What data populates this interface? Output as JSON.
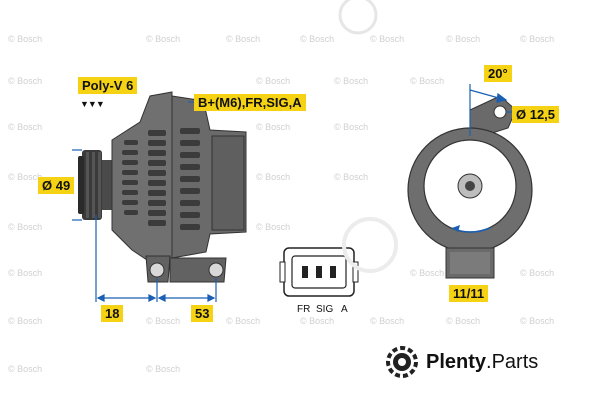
{
  "labels": {
    "belt": "Poly-V 6",
    "belt_symbol": "▼▼▼",
    "terminals": "B+(M6),FR,SIG,A",
    "pulley_diameter": "Ø 49",
    "angle": "20°",
    "hole_diameter": "Ø 12,5",
    "dim_left": "18",
    "dim_right": "53",
    "clock_position": "11/11",
    "pins": [
      "FR",
      "SIG",
      "A"
    ]
  },
  "watermark": {
    "text": "© Bosch",
    "brand_name": "Plenty",
    "brand_suffix": ".Parts"
  },
  "colors": {
    "label_bg": "#f5d214",
    "housing": "#6f6f6f",
    "dimension_line": "#1a5fb4"
  }
}
